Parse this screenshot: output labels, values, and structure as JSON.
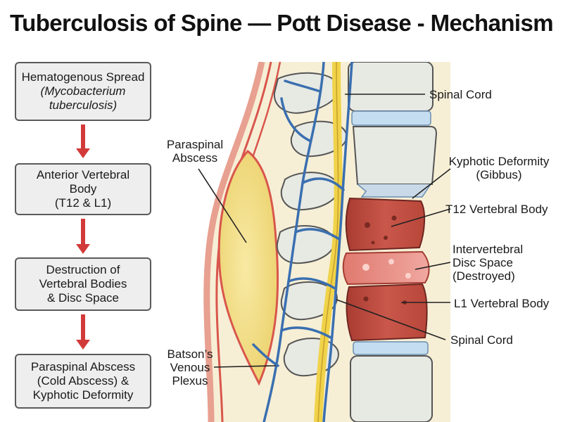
{
  "title": "Tuberculosis of Spine — Pott Disease - Mechanism",
  "flow": {
    "step1": {
      "line1": "Hematogenous Spread",
      "line2": "(Mycobacterium",
      "line3": "tuberculosis)"
    },
    "step2": {
      "line1": "Anterior Vertebral",
      "line2": "Body",
      "line3": "(T12 & L1)"
    },
    "step3": {
      "line1": "Destruction of",
      "line2": "Vertebral Bodies",
      "line3": "& Disc Space"
    },
    "step4": {
      "line1": "Paraspinal Abscess",
      "line2": "(Cold Abscess) &",
      "line3": "Kyphotic Deformity"
    }
  },
  "labels": {
    "paraspinal_abscess": {
      "line1": "Paraspinal",
      "line2": "Abscess"
    },
    "batsons_plexus": {
      "line1": "Batson’s",
      "line2": "Venous",
      "line3": "Plexus"
    },
    "spinal_cord_top": "Spinal Cord",
    "kyphotic": {
      "line1": "Kyphotic Deformity",
      "line2": "(Gibbus)"
    },
    "t12": "T12 Vertebral Body",
    "disc": {
      "line1": "Intervertebral",
      "line2": "Disc Space",
      "line3": "(Destroyed)"
    },
    "l1": "L1 Vertebral Body",
    "spinal_cord_bottom": "Spinal Cord"
  },
  "colors": {
    "arrow": "#d23a3a",
    "vertebra": "#e7e9e3",
    "infected_bone": "#b8473a",
    "abscess": "#f3e08c",
    "cord": "#f0d34a",
    "vein": "#3a6fb0",
    "disc": "#c4ddf0",
    "outline": "#333333"
  }
}
